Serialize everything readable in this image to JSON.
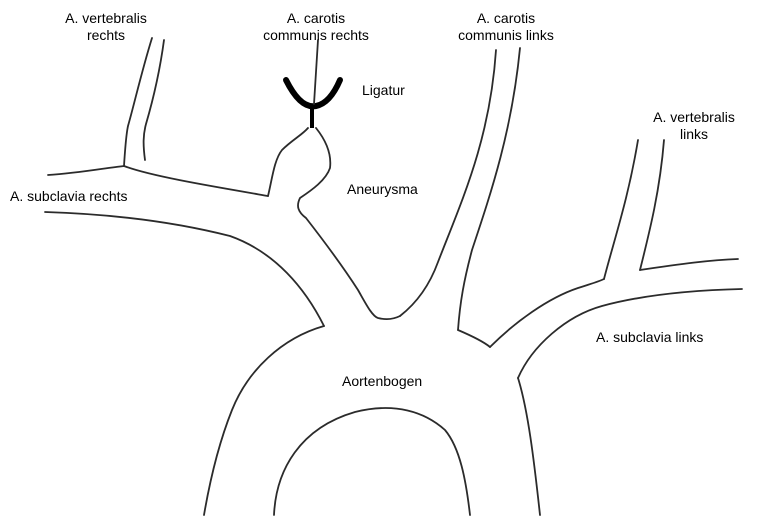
{
  "labels": {
    "vertebralis_rechts": {
      "line1": "A. vertebralis",
      "line2": "rechts"
    },
    "carotis_rechts": {
      "line1": "A. carotis",
      "line2": "communis rechts"
    },
    "carotis_links": {
      "line1": "A. carotis",
      "line2": "communis links"
    },
    "vertebralis_links": {
      "line1": "A. vertebralis",
      "line2": "links"
    },
    "ligatur": "Ligatur",
    "subclavia_rechts": "A. subclavia rechts",
    "aneurysma": "Aneurysma",
    "subclavia_links": "A. subclavia links",
    "aortenbogen": "Aortenbogen"
  },
  "colors": {
    "line": "#2b2b2b",
    "ligature": "#000000",
    "background": "#ffffff"
  }
}
